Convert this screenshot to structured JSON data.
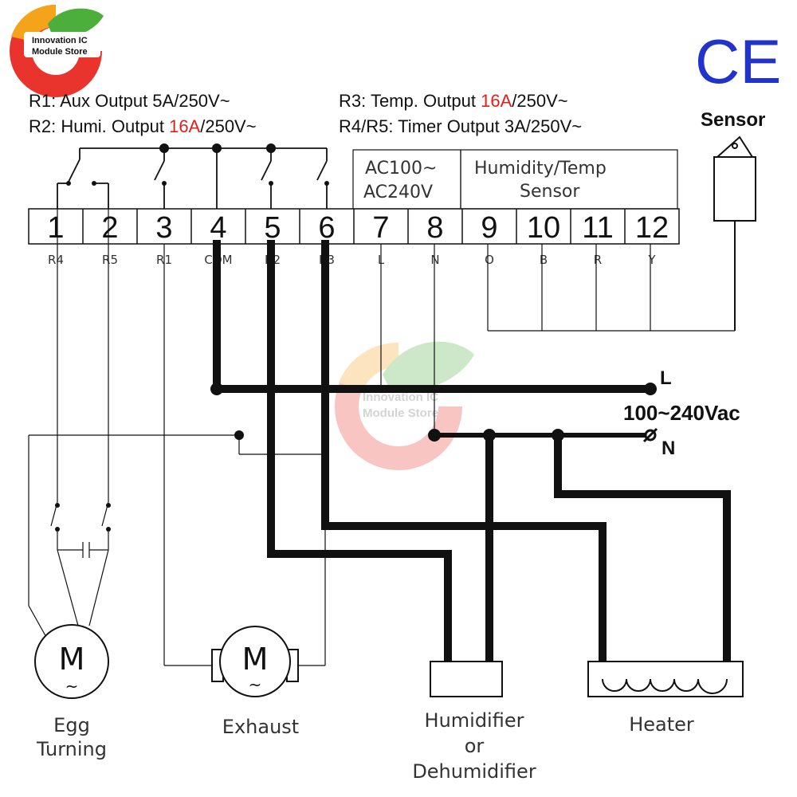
{
  "logo": {
    "line1": "Innovation IC",
    "line2": "Module Store"
  },
  "watermark": {
    "line1": "Innovation IC",
    "line2": "Module Store"
  },
  "ce_mark": "CE",
  "sensor_title": "Sensor",
  "specs": {
    "r1": {
      "prefix": "R1: Aux Output 5A/250V~",
      "highlight": "",
      "suffix": ""
    },
    "r2": {
      "prefix": "R2: Humi. Output ",
      "highlight": "16A",
      "suffix": "/250V~"
    },
    "r3": {
      "prefix": "R3: Temp. Output ",
      "highlight": "16A",
      "suffix": "/250V~"
    },
    "r45": {
      "prefix": "R4/R5: Timer  Output 3A/250V~",
      "highlight": "",
      "suffix": ""
    }
  },
  "power_box": {
    "line1": "AC100~",
    "line2": "AC240V"
  },
  "sensor_box": {
    "line1": "Humidity/Temp",
    "line2": "Sensor"
  },
  "terminals": [
    "1",
    "2",
    "3",
    "4",
    "5",
    "6",
    "7",
    "8",
    "9",
    "10",
    "11",
    "12"
  ],
  "pin_labels": [
    {
      "text": "R4",
      "col": 1
    },
    {
      "text": "R5",
      "col": 2
    },
    {
      "text": "R1",
      "col": 3
    },
    {
      "text": "COM",
      "col": 4
    },
    {
      "text": "R2",
      "col": 5
    },
    {
      "text": "R3",
      "col": 6
    },
    {
      "text": "L",
      "col": 7
    },
    {
      "text": "N",
      "col": 8
    },
    {
      "text": "O",
      "col": 9
    },
    {
      "text": "B",
      "col": 10
    },
    {
      "text": "R",
      "col": 11
    },
    {
      "text": "Y",
      "col": 12
    }
  ],
  "supply": {
    "l_label": "L",
    "n_label": "N",
    "voltage": "100~240Vac"
  },
  "motor_symbol": "M",
  "ac_symbol": "~",
  "loads": {
    "egg": {
      "line1": "Egg",
      "line2": "Turning"
    },
    "exhaust": {
      "line1": "Exhaust"
    },
    "humidifier": {
      "line1": "Humidifier",
      "line2": "or",
      "line3": "Dehumidifier"
    },
    "heater": {
      "line1": "Heater"
    }
  },
  "colors": {
    "wire": "#111111",
    "highlight": "#e0201b",
    "ce": "#2233cc",
    "logo_red": "#e8342c",
    "logo_orange": "#f5a31a",
    "logo_green": "#4caf3c"
  }
}
